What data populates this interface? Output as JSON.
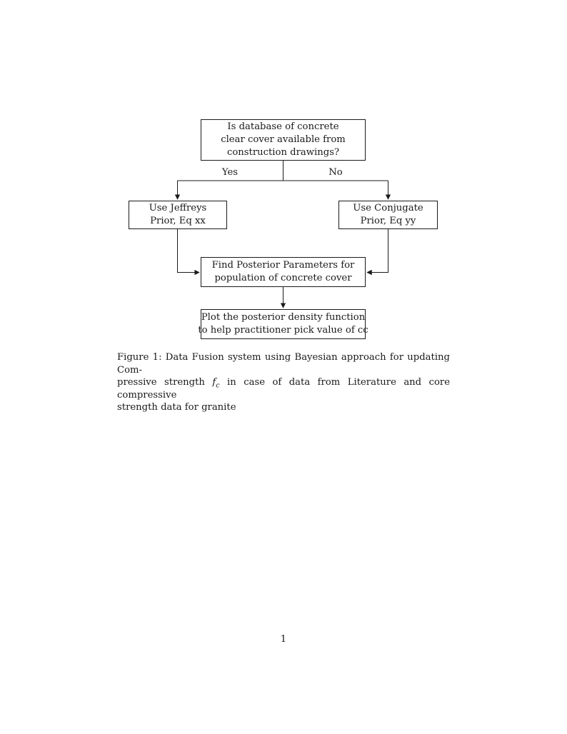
{
  "flowchart": {
    "decision": {
      "lines": [
        "Is database of concrete",
        "clear cover available from",
        "construction drawings?"
      ]
    },
    "yes_label": "Yes",
    "no_label": "No",
    "jeffreys": {
      "lines": [
        "Use Jeffreys",
        "Prior, Eq xx"
      ]
    },
    "conjugate": {
      "lines": [
        "Use Conjugate",
        "Prior, Eq yy"
      ]
    },
    "posterior": {
      "lines": [
        "Find Posterior Parameters for",
        "population of concrete cover"
      ]
    },
    "plot": {
      "lines": [
        "Plot the posterior density function",
        "to help practitioner pick value of cc"
      ]
    }
  },
  "caption": {
    "line1": "Figure 1: Data Fusion system using Bayesian approach for updating Com-",
    "line2_pre": "pressive strength",
    "line2_math_var": "f",
    "line2_math_sub": "c",
    "line2_post": "in case of data from Literature and core compressive",
    "line3": "strength data for granite"
  },
  "page_number": "1",
  "colors": {
    "ink": "#1a1a1a",
    "background": "#ffffff"
  }
}
